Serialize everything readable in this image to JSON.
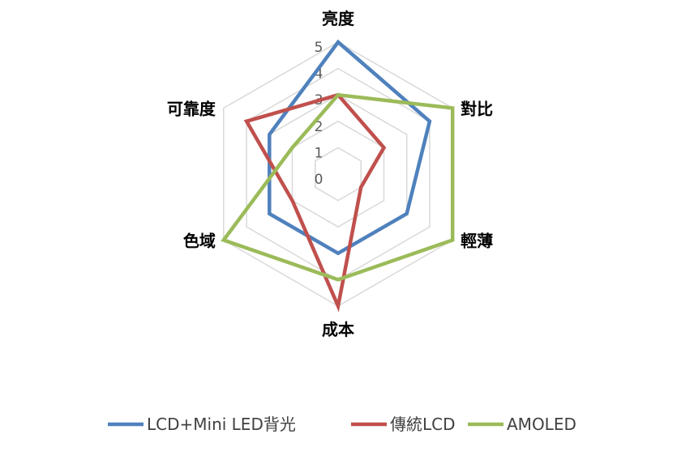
{
  "chart_data": {
    "type": "radar",
    "categories": [
      "亮度",
      "對比",
      "輕薄",
      "成本",
      "色域",
      "可靠度"
    ],
    "rlim": [
      0,
      5
    ],
    "ticks": [
      "0",
      "1",
      "2",
      "3",
      "4",
      "5"
    ],
    "grid": true,
    "legend_position": "bottom",
    "series": [
      {
        "name": "LCD+Mini LED背光",
        "color": "#4f81bd",
        "values": [
          5,
          4,
          3,
          3,
          3,
          3
        ]
      },
      {
        "name": "傳統LCD",
        "color": "#c0504d",
        "values": [
          3,
          2,
          1,
          5,
          2,
          4
        ]
      },
      {
        "name": "AMOLED",
        "color": "#9bbb59",
        "values": [
          3,
          5,
          5,
          4,
          5,
          2
        ]
      }
    ]
  }
}
